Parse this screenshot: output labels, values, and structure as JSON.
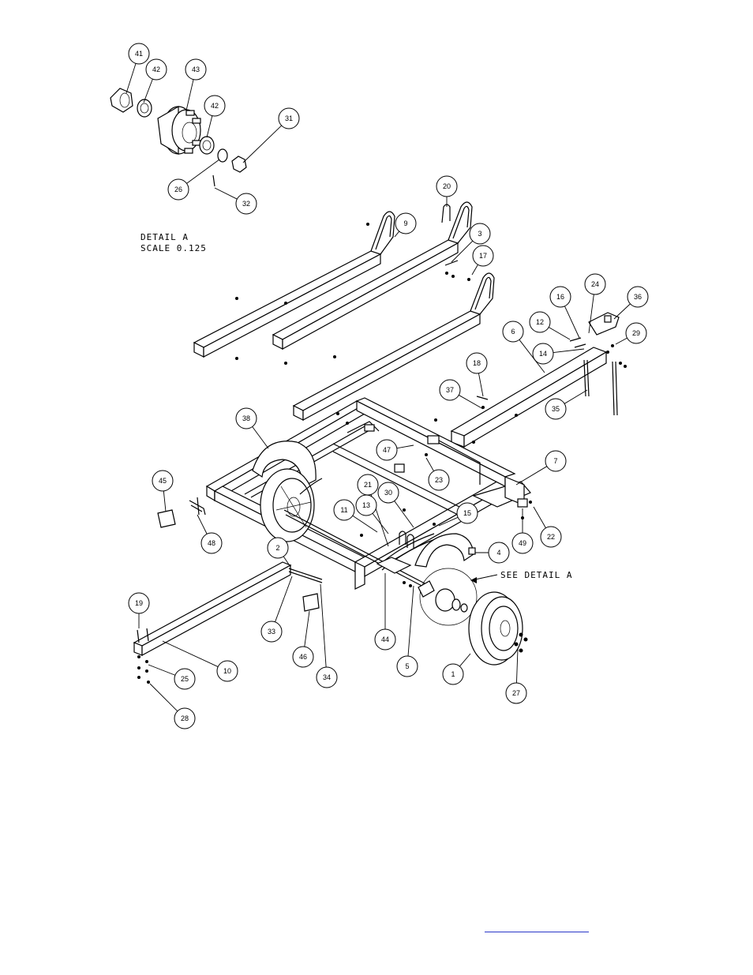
{
  "detail": {
    "title": "DETAIL  A",
    "scale": "SCALE  0.125",
    "see_detail": "SEE DETAIL  A"
  },
  "callouts": [
    {
      "n": "41"
    },
    {
      "n": "42"
    },
    {
      "n": "43"
    },
    {
      "n": "42"
    },
    {
      "n": "31"
    },
    {
      "n": "26"
    },
    {
      "n": "32"
    },
    {
      "n": "20"
    },
    {
      "n": "9"
    },
    {
      "n": "3"
    },
    {
      "n": "17"
    },
    {
      "n": "16"
    },
    {
      "n": "24"
    },
    {
      "n": "36"
    },
    {
      "n": "12"
    },
    {
      "n": "29"
    },
    {
      "n": "14"
    },
    {
      "n": "6"
    },
    {
      "n": "18"
    },
    {
      "n": "37"
    },
    {
      "n": "35"
    },
    {
      "n": "38"
    },
    {
      "n": "47"
    },
    {
      "n": "23"
    },
    {
      "n": "7"
    },
    {
      "n": "45"
    },
    {
      "n": "21"
    },
    {
      "n": "30"
    },
    {
      "n": "13"
    },
    {
      "n": "11"
    },
    {
      "n": "15"
    },
    {
      "n": "48"
    },
    {
      "n": "49"
    },
    {
      "n": "22"
    },
    {
      "n": "2"
    },
    {
      "n": "4"
    },
    {
      "n": "19"
    },
    {
      "n": "33"
    },
    {
      "n": "46"
    },
    {
      "n": "44"
    },
    {
      "n": "5"
    },
    {
      "n": "1"
    },
    {
      "n": "25"
    },
    {
      "n": "10"
    },
    {
      "n": "34"
    },
    {
      "n": "27"
    },
    {
      "n": "28"
    }
  ],
  "footer": {
    "link_color": "#2a36c8"
  }
}
